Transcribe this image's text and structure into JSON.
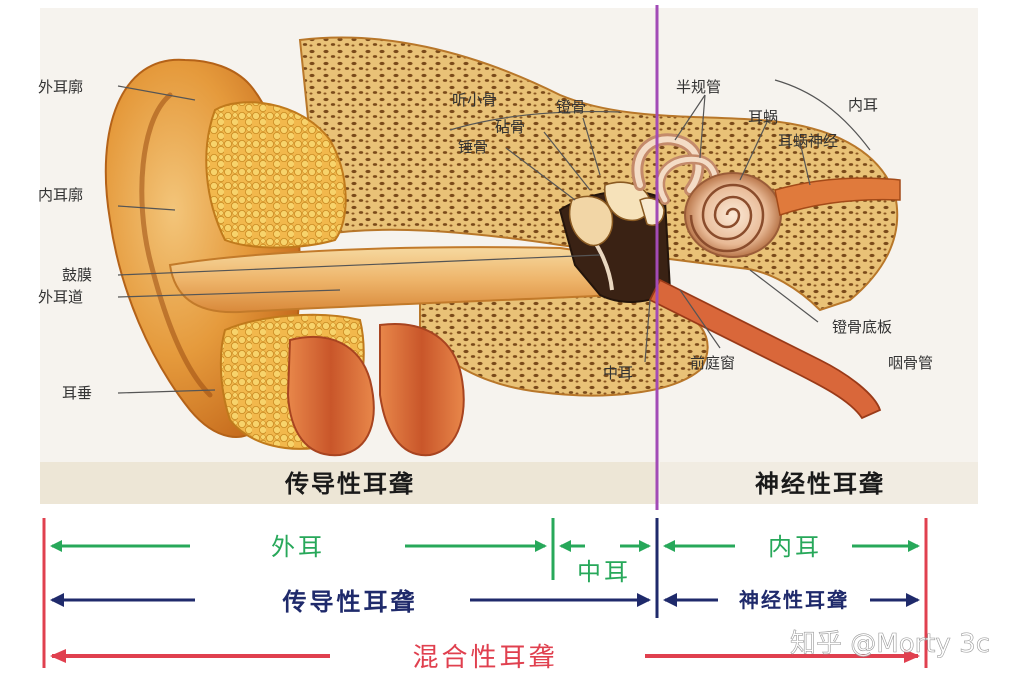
{
  "labels": {
    "outer_auricle": "外耳廓",
    "inner_auricle": "内耳廓",
    "eardrum": "鼓膜",
    "ear_canal": "外耳道",
    "earlobe": "耳垂",
    "ossicles": "听小骨",
    "stapes": "镫骨",
    "incus": "砧骨",
    "malleus": "锤骨",
    "semicircular_canals": "半规管",
    "inner_ear": "内耳",
    "cochlea": "耳蜗",
    "cochlear_nerve": "耳蜗神经",
    "stapes_footplate": "镫骨底板",
    "middle_ear": "中耳",
    "vestibular_window": "前庭窗",
    "eustachian_tube": "咽骨管"
  },
  "captions": {
    "left": "传导性耳聋",
    "right": "神经性耳聋"
  },
  "ranges": {
    "outer_ear": "外耳",
    "middle_ear": "中耳",
    "inner_ear": "内耳",
    "conductive": "传导性耳聋",
    "sensorineural": "神经性耳聋",
    "mixed": "混合性耳聋"
  },
  "colors": {
    "green": "#27a85a",
    "navy": "#1f2a6b",
    "red": "#e0404f",
    "divider": "#a24bb6"
  },
  "watermark": "知乎 @Morty 3c"
}
